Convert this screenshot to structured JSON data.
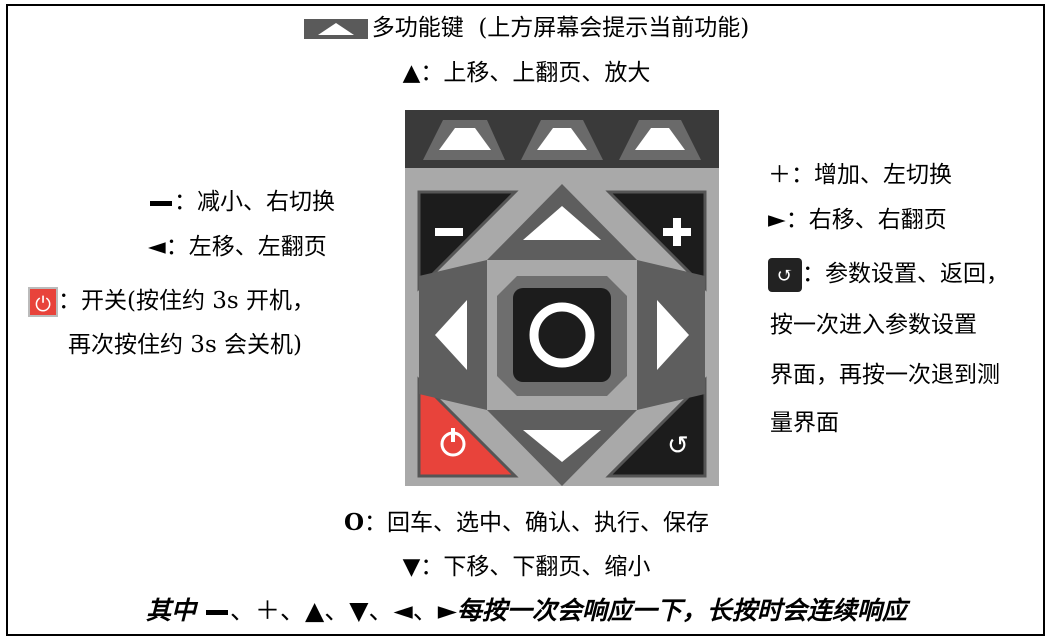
{
  "header": {
    "multifunction": "多功能键",
    "multifunction_note": "(上方屏幕会提示当前功能)",
    "up_desc": "▲：上移、上翻页、放大"
  },
  "left": {
    "minus_desc": "：减小、右切换",
    "left_desc": "◄：左移、左翻页",
    "power_desc_1": "：开关(按住约 3s 开机，",
    "power_desc_2": "再次按住约 3s 会关机)"
  },
  "right": {
    "plus_desc": "＋：增加、左切换",
    "right_desc": "►：右移、右翻页",
    "settings_desc_1": "：参数设置、返回，",
    "settings_desc_2": "按一次进入参数设置",
    "settings_desc_3": "界面，再按一次退到测",
    "settings_desc_4": "量界面"
  },
  "bottom": {
    "ok_key": "O",
    "ok_desc": "：回车、选中、确认、执行、保存",
    "down_desc": "▼：下移、下翻页、缩小",
    "note_prefix": "其中",
    "note_keys": "、＋、▲、▼、◄、►",
    "note_text": "每按一次会响应一下，长按时会连续响应"
  },
  "colors": {
    "keypad_dark": "#1c1c1c",
    "keypad_gray": "#5e5e5e",
    "keypad_light": "#a8a8a8",
    "power_red": "#e8433b"
  },
  "icons": [
    "multifunction-key-icon",
    "power-icon",
    "settings-return-icon"
  ]
}
